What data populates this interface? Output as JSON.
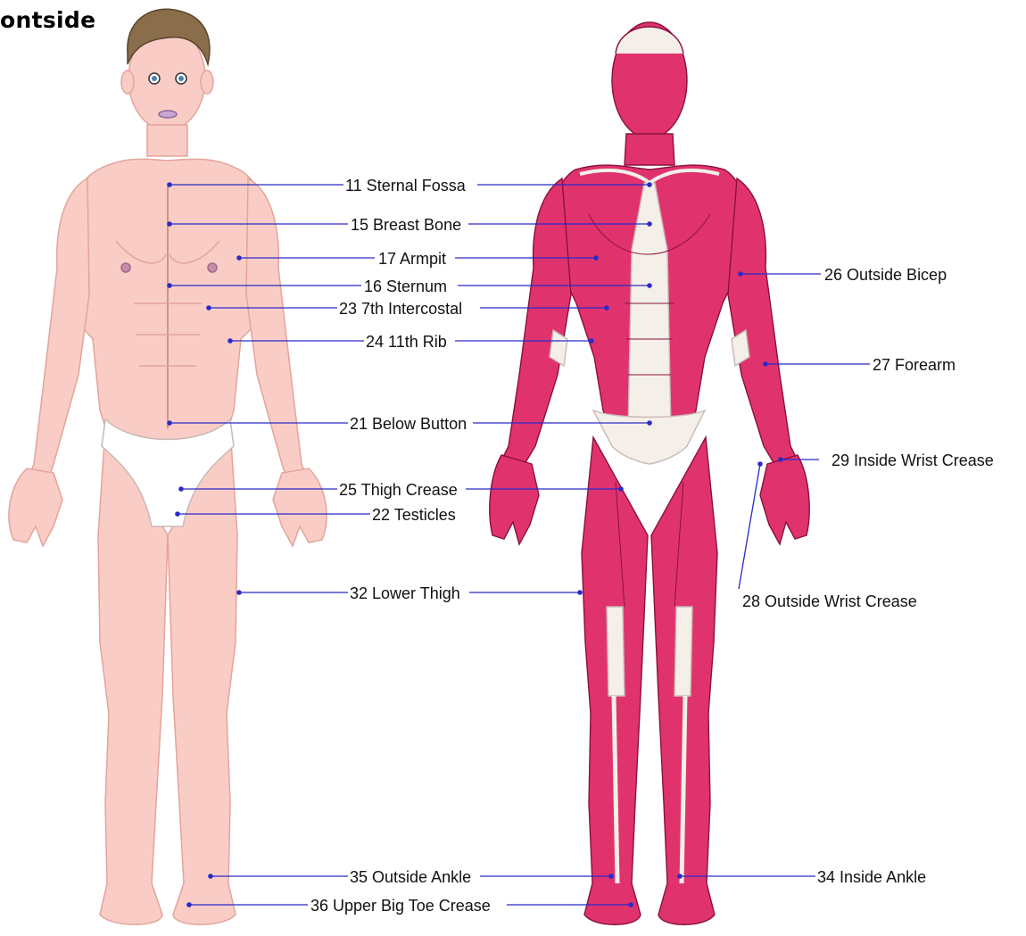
{
  "title": "ontside",
  "colors": {
    "leader": "#2a2ac8",
    "skin": "#f9cdc6",
    "skin_line": "#e3a49a",
    "muscle": "#e0336e",
    "muscle_line": "#8a1040",
    "tendon": "#f4efe8"
  },
  "labels": {
    "sternal_fossa": "11 Sternal Fossa",
    "breast_bone": "15 Breast Bone",
    "armpit": "17 Armpit",
    "sternum": "16 Sternum",
    "intercostal": "23 7th  Intercostal",
    "rib": "24 11th Rib",
    "below_button": "21 Below Button",
    "thigh_crease": "25 Thigh Crease",
    "testicles": "22 Testicles",
    "lower_thigh": "32 Lower Thigh",
    "outside_ankle": "35 Outside Ankle",
    "big_toe": "36 Upper Big Toe Crease",
    "outside_bicep": "26 Outside Bicep",
    "forearm": "27 Forearm",
    "inside_wrist": "29 Inside Wrist Crease",
    "outside_wrist": "28 Outside Wrist Crease",
    "inside_ankle": "34 Inside Ankle"
  }
}
